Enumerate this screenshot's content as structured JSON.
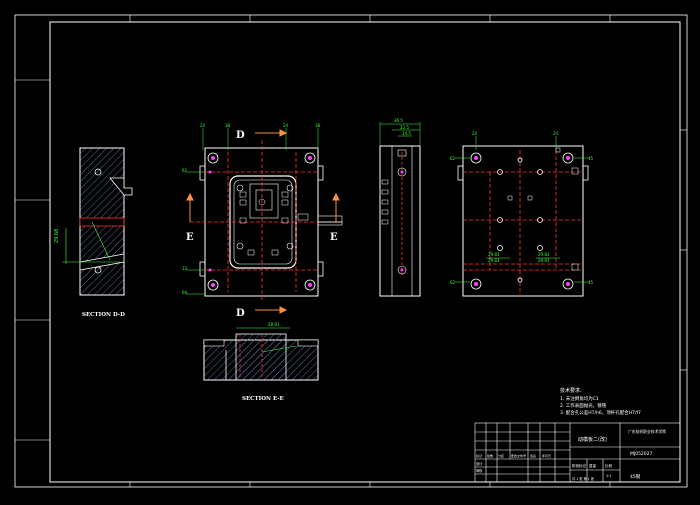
{
  "drawing": {
    "background": "#000000",
    "line_color": "#ffffff",
    "dim_color": "#3cff3c",
    "center_color": "#ff3030",
    "hatch_color": "#5a6a9a",
    "hole_color": "#ff40ff"
  },
  "labels": {
    "section_d_d": "SECTION D-D",
    "section_e_e": "SECTION E-E",
    "cut_d_top": "D",
    "cut_d_bottom": "D",
    "cut_e_left": "E",
    "cut_e_right": "E"
  },
  "notes": {
    "title": "技术要求:",
    "lines": [
      "1. 未注倒角均为C1",
      "2. 工作表面抛光，镀铬",
      "3. 配合孔公差H7/h6，顶杆孔配合H7/f7"
    ]
  },
  "title_block": {
    "part_name": "动模板二(改)",
    "company": "广东纺织职业技术学院",
    "drawing_no": "MJ052027",
    "scale": "1:1",
    "material": "45钢",
    "sheet": "共 1 张 第 1 张",
    "designer": "设计",
    "checker": "审核",
    "mark_label": "标记",
    "count_label": "处数",
    "partition_label": "分区",
    "change_label": "更改文件号",
    "sign_label": "签名",
    "date_label": "年月日",
    "stage_label": "阶段标记",
    "weight_label": "重量",
    "scale_label": "比例"
  }
}
